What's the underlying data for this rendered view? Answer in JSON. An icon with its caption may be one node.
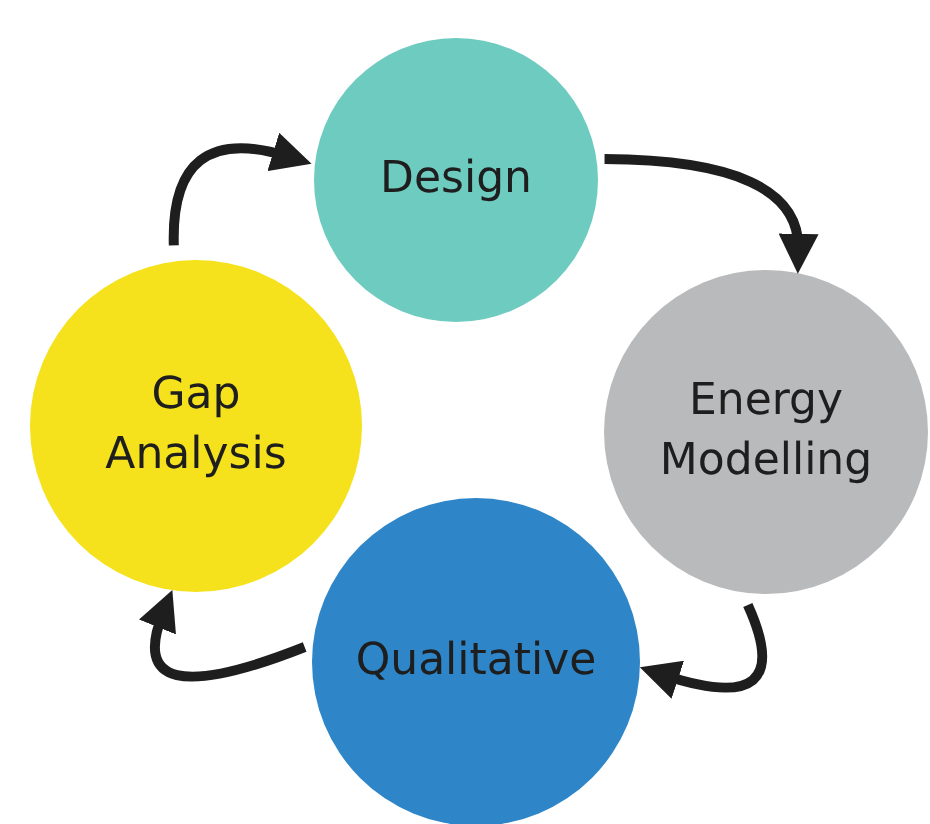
{
  "diagram": {
    "nodes": [
      {
        "text": [
          "Design"
        ]
      },
      {
        "text": [
          "Energy Modelling"
        ]
      },
      {
        "text": [
          "Qualitative"
        ]
      },
      {
        "text": [
          "Gap Analysis"
        ]
      }
    ],
    "edges": [
      {
        "from": 3,
        "to": 0,
        "arrow": "to"
      },
      {
        "from": 0,
        "to": 1,
        "arrow": "to"
      },
      {
        "from": 1,
        "to": 2,
        "arrow": "to"
      },
      {
        "from": 2,
        "to": 3,
        "arrow": "to"
      }
    ]
  }
}
